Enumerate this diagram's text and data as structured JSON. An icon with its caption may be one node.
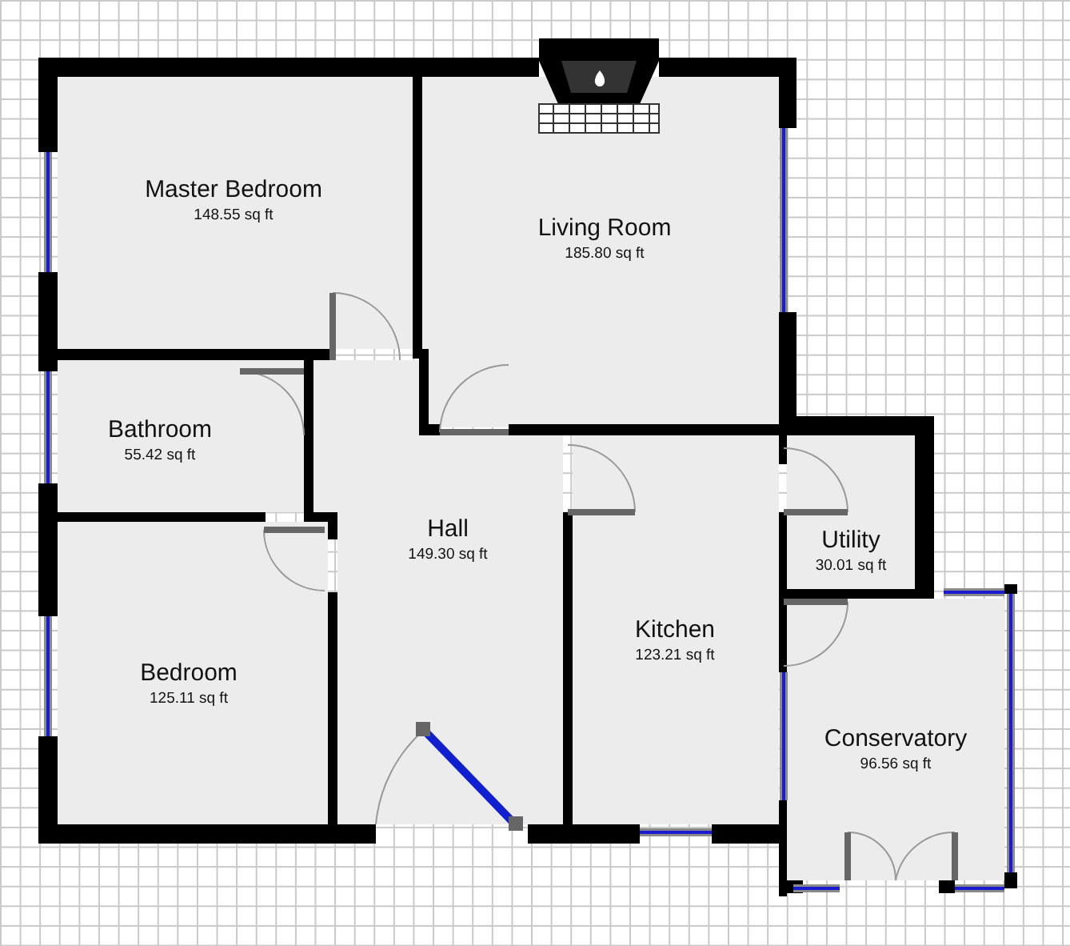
{
  "diagram": {
    "nodes": [
      {
        "text": [
          "Master Bedroom",
          "148.55 sq ft"
        ]
      },
      {
        "text": [
          "Living Room",
          "185.80 sq ft"
        ]
      },
      {
        "text": [
          "Bathroom",
          "55.42 sq ft"
        ]
      },
      {
        "text": [
          "Hall",
          "149.30 sq ft"
        ]
      },
      {
        "text": [
          "Utility",
          "30.01 sq ft"
        ]
      },
      {
        "text": [
          "Kitchen",
          "123.21 sq ft"
        ]
      },
      {
        "text": [
          "Bedroom",
          "125.11 sq ft"
        ]
      },
      {
        "text": [
          "Conservatory",
          "96.56 sq ft"
        ]
      }
    ]
  }
}
